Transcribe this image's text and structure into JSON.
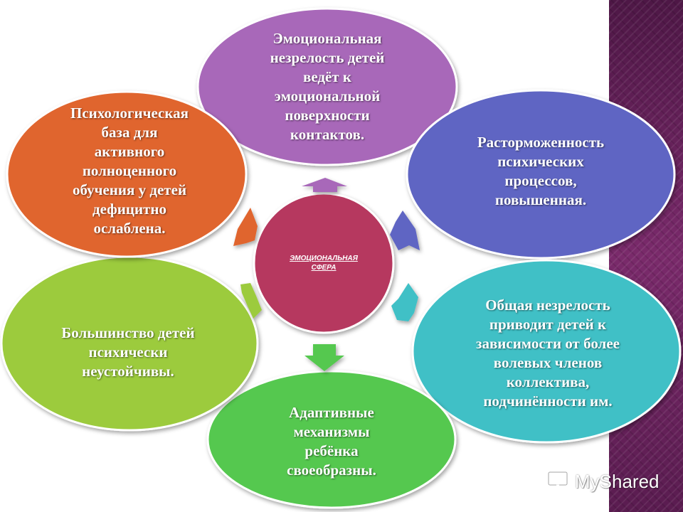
{
  "center": {
    "label": "ЭМОЦИОНАЛЬНАЯ\nСФЕРА",
    "color": "#b6395f"
  },
  "nodes": [
    {
      "id": "top",
      "text": "Эмоциональная\nнезрелость детей\nведёт к\nэмоциональной\nповерхности\nконтактов.",
      "color": "#a867b9"
    },
    {
      "id": "right-top",
      "text": "Расторможенность\nпсихических\nпроцессов,\nповышенная.",
      "color": "#5f65c3"
    },
    {
      "id": "right-bottom",
      "text": "Общая незрелость\nприводит детей к\nзависимости от более\nволевых членов\nколлектива,\nподчинённости им.",
      "color": "#3fc0c6"
    },
    {
      "id": "bottom",
      "text": "Адаптивные\nмеханизмы\nребёнка\nсвоеобразны.",
      "color": "#55c84f"
    },
    {
      "id": "left-bottom",
      "text": "Большинство детей\nпсихически\nнеустойчивы.",
      "color": "#9ccb3e"
    },
    {
      "id": "left-top",
      "text": "Психологическая\nбаза для\nактивного\nполноценного\nобучения у детей\nдефицитно\nослаблена.",
      "color": "#e0652f"
    }
  ],
  "arrows": [
    {
      "target": "top",
      "color": "#a867b9"
    },
    {
      "target": "right-top",
      "color": "#5f65c3"
    },
    {
      "target": "right-bottom",
      "color": "#3fc0c6"
    },
    {
      "target": "bottom",
      "color": "#55c84f"
    },
    {
      "target": "left-bottom",
      "color": "#9ccb3e"
    },
    {
      "target": "left-top",
      "color": "#e0652f"
    }
  ],
  "watermark": {
    "text": "MyShared",
    "icon": "presentation-board-icon"
  }
}
